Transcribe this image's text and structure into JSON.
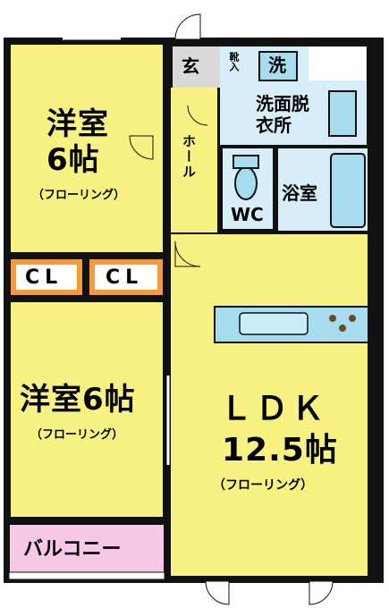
{
  "rooms": {
    "western_room_1": {
      "name": "洋室",
      "size": "6帖",
      "floor": "（フローリング）"
    },
    "western_room_2": {
      "name": "洋室6帖",
      "floor": "（フローリング）"
    },
    "closet_1": "CL",
    "closet_2": "CL",
    "balcony": "バルコニー",
    "entrance": "玄",
    "shoe_box": "靴入",
    "washer": "洗",
    "washroom": "洗面脱衣所",
    "hall": "ホール",
    "wc": "WC",
    "bathroom": "浴室",
    "ldk": {
      "name": "ＬＤＫ",
      "size": "12.5帖",
      "floor": "（フローリング）"
    }
  },
  "colors": {
    "room_yellow": "#f8f283",
    "closet_orange": "#f59b3c",
    "balcony_pink": "#f8c9e6",
    "wet_blue": "#d7eef9",
    "fixture_blue": "#a8dcef",
    "wall": "#111111"
  }
}
